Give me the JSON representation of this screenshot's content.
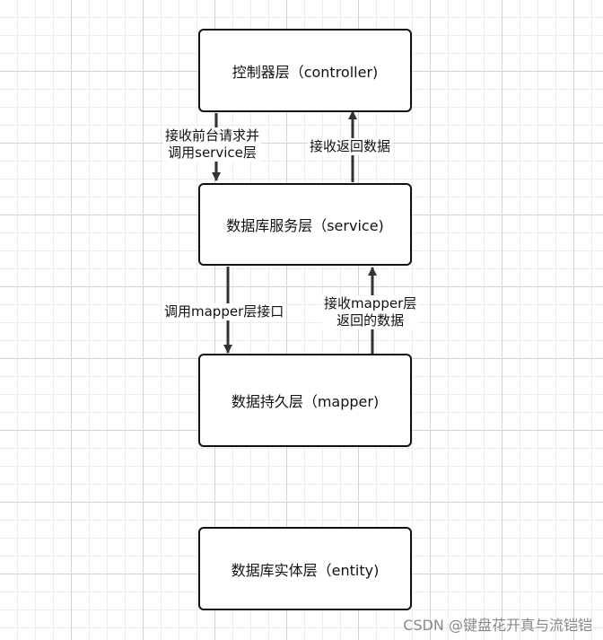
{
  "nodes": {
    "controller": "控制器层（controller)",
    "service": "数据库服务层（service)",
    "mapper": "数据持久层（mapper)",
    "entity": "数据库实体层（entity)"
  },
  "edges": {
    "controller_to_service_line1": "接收前台请求并",
    "controller_to_service_line2": "调用service层",
    "service_to_controller": "接收返回数据",
    "service_to_mapper": "调用mapper层接口",
    "mapper_to_service_line1": "接收mapper层",
    "mapper_to_service_line2": "返回的数据"
  },
  "watermark": "CSDN @键盘花开真与流铠铠"
}
